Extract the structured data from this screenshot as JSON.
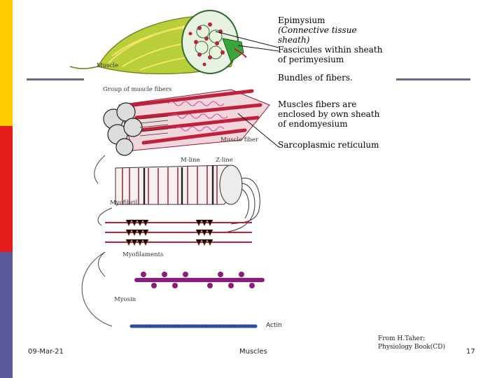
{
  "labels": {
    "epimysium_title": "Epimysium",
    "epimysium_sub1": "(Connective tissue",
    "epimysium_sub2": "sheath)",
    "fascicules_1": "Fascicules within sheath",
    "fascicules_2": "of perimyesium",
    "bundles": "Bundles of fibers.",
    "fibers_1": "Muscles fibers are",
    "fibers_2": "enclosed by own sheath",
    "fibers_3": "of endomyesium",
    "sarco": "Sarcoplasmic reticulum",
    "actin": "Actin"
  },
  "figure_labels": {
    "muscle": "Muscle",
    "group": "Group of muscle fibers",
    "muscle_fiber": "Muscle fiber",
    "m_line": "M-line",
    "z_line": "Z-line",
    "myofibril": "Myofibril",
    "myofilaments": "Myofilaments",
    "myosin": "Myosin"
  },
  "footer": {
    "date": "09-Mar-21",
    "topic": "Muscles",
    "credit_1": "From H.Taher;",
    "credit_2": "Physiology Book(CD)",
    "page": "17"
  },
  "colors": {
    "yellow": "#ffcc00",
    "red": "#e21b1b",
    "blue": "#5b5b9c",
    "line_gray": "#6b6b80",
    "muscle_green": "#b8cf3a",
    "fiber_red": "#c0203a",
    "myosin_purple": "#8b1c7c",
    "actin_blue": "#2b4d9e"
  }
}
